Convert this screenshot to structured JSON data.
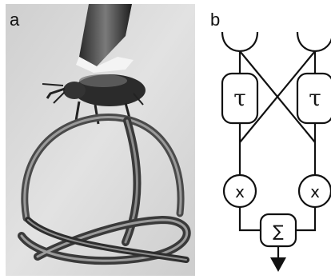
{
  "panels": {
    "a": {
      "label": "a"
    },
    "b": {
      "label": "b"
    }
  },
  "diagram": {
    "delay_symbol": "τ",
    "multiply_symbol": "x",
    "sum_symbol": "∑"
  }
}
